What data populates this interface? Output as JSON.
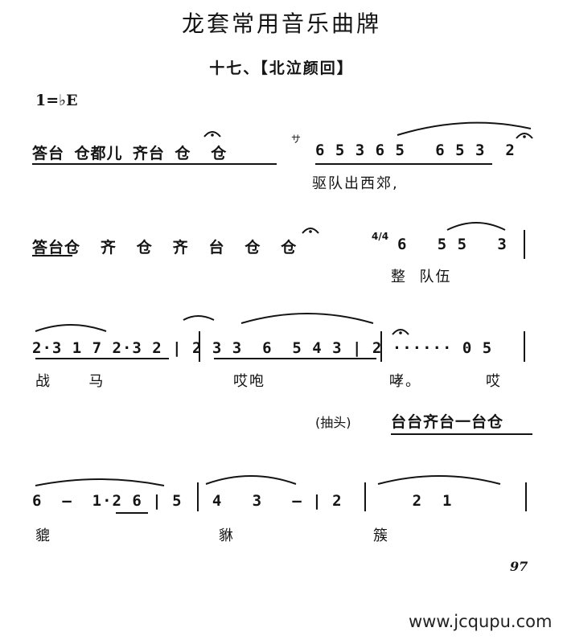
{
  "title": "龙套常用音乐曲牌",
  "subtitle": "十七、【北泣颜回】",
  "key": "1=♭E",
  "line1": {
    "percussion": "答台 仓都儿 齐台 仓  仓",
    "sign": "サ",
    "notes": "6 5 3 6 5   6 5 3  2",
    "lyric": "驱队出西郊,"
  },
  "line2": {
    "percussion": "答台仓  齐  仓  齐  台  仓  仓",
    "time_sig": "4/4",
    "notes": "6   5 5   3",
    "lyric": "整  队伍"
  },
  "line3": {
    "notes": "2·3 1 7 2·3 2 | 2 3 3  6  5 4 3 | 2 ······ 0 5",
    "lyric_a": "战      马",
    "lyric_b": "哎咆",
    "lyric_c": "哮。",
    "lyric_d": "哎"
  },
  "line4": {
    "label": "(抽头)",
    "percussion": "台台齐台一台仓"
  },
  "line5": {
    "notes": "6  –  1·2 6 | 5   4   3   – | 2       2  1",
    "lyric_a": "貔",
    "lyric_b": "貅",
    "lyric_c": "簇"
  },
  "page_number": "97",
  "website": "www.jcqupu.com"
}
